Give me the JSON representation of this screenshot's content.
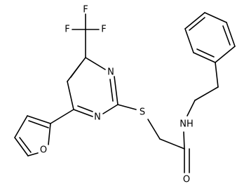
{
  "structure": {
    "atoms": {
      "F_top": "F",
      "F_left": "F",
      "F_right": "F",
      "N_pyr_upper": "N",
      "N_pyr_lower": "N",
      "S": "S",
      "O_furan": "O",
      "NH": "NH",
      "O_carbonyl": "O"
    },
    "colors": {
      "bond": "#000000",
      "label": "#000000",
      "background": "#ffffff"
    }
  }
}
